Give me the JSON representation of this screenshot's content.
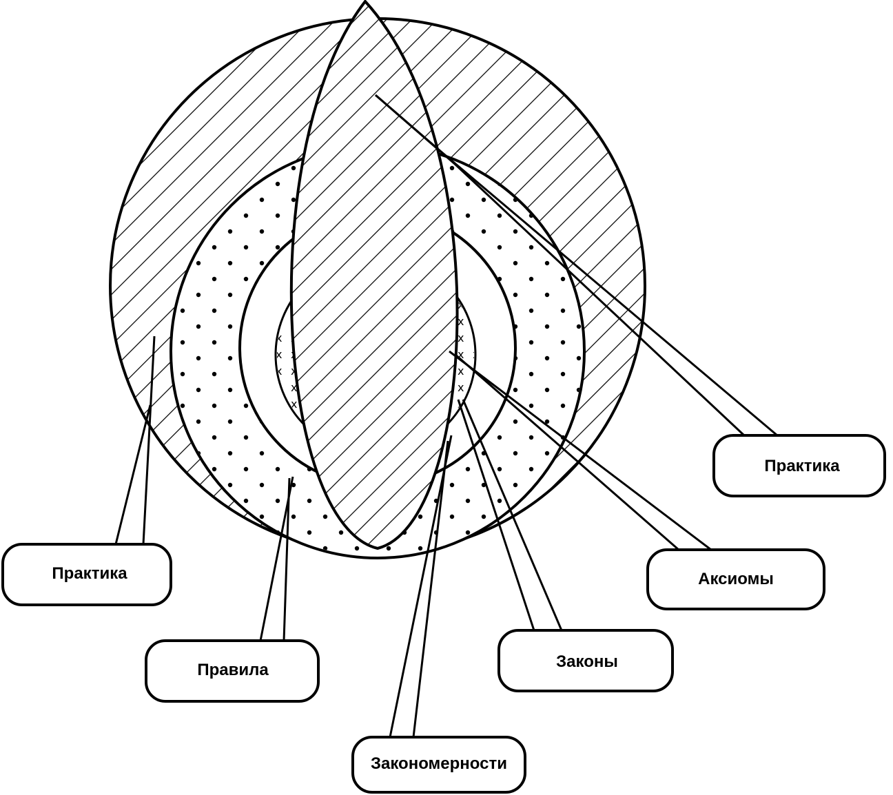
{
  "labels": {
    "praktika_right": "Практика",
    "praktika_left": "Практика",
    "aksiomy": "Аксиомы",
    "pravila": "Правила",
    "zakony": "Законы",
    "zakonomernosti": "Закономерности"
  },
  "colors": {
    "ink": "#000000",
    "background": "#ffffff"
  }
}
